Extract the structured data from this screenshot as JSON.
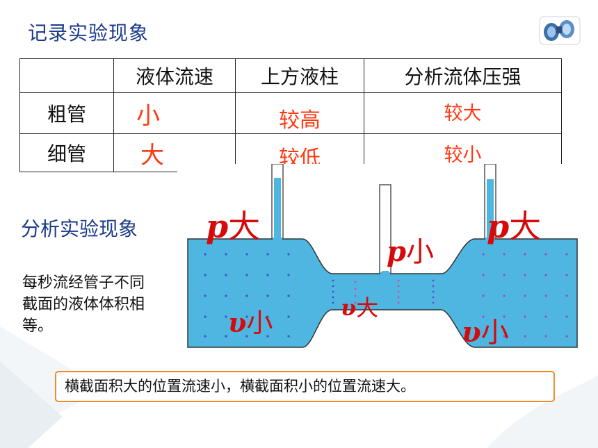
{
  "sections": {
    "record_title": "记录实验现象",
    "analyze_title": "分析实验现象"
  },
  "table": {
    "headers": [
      "",
      "液体流速",
      "上方液柱",
      "分析流体压强"
    ],
    "rows": [
      {
        "label": "粗管",
        "speed": "小",
        "column": "较高",
        "pressure": "较大"
      },
      {
        "label": "细管",
        "speed": "大",
        "column": "较低",
        "pressure": "较小"
      }
    ]
  },
  "note": "每秒流经管子不同截面的液体体积相等。",
  "diagram": {
    "left_pressure": {
      "symbol": "p",
      "text": "大"
    },
    "middle_pressure": {
      "symbol": "p",
      "text": "小"
    },
    "right_pressure": {
      "symbol": "p",
      "text": "大"
    },
    "left_velocity": {
      "symbol": "υ",
      "text": "小"
    },
    "middle_velocity": {
      "symbol": "υ",
      "text": "大"
    },
    "right_velocity": {
      "symbol": "υ",
      "text": "小"
    }
  },
  "conclusion": "横截面积大的位置流速小，横截面积小的位置流速大。",
  "colors": {
    "title": "#1a3a8a",
    "answer": "#ff3a12",
    "label": "#d60a0a",
    "water": "#4fb6e2",
    "border": "#f08a2a"
  },
  "icons": [
    "binoculars-icon"
  ]
}
